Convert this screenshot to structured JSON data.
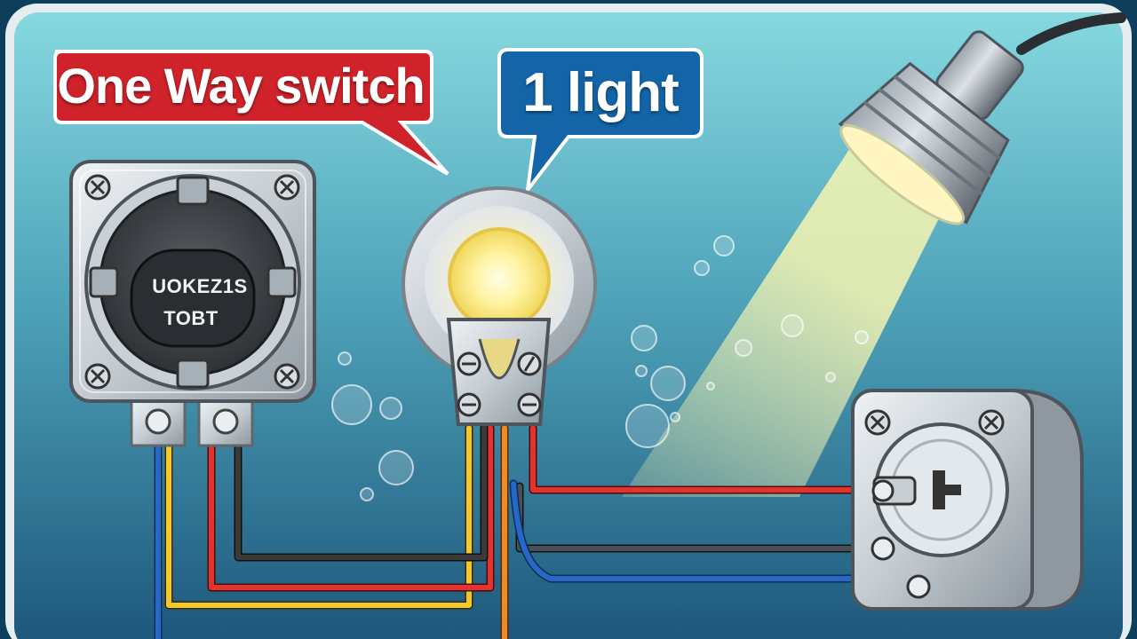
{
  "callouts": {
    "switch": "One Way switch",
    "light": "1 light"
  },
  "switch_face": {
    "line1": "UOKEZ1S",
    "line2": "TOBT"
  },
  "colors": {
    "background_top": "#7fd3dc",
    "background_bottom": "#1f5f86",
    "frame": "#e8eef2",
    "callout_red": "#d0222a",
    "callout_blue": "#1464a8",
    "wire_red": "#e5322d",
    "wire_blue": "#2568c9",
    "wire_yellow": "#f4c82a",
    "wire_black": "#3a3a3a",
    "wire_orange": "#f08a24",
    "lamp_glow": "#fff3a0"
  },
  "icons": {
    "switch": "rotary-switch-icon",
    "bulb": "bulb-holder-icon",
    "spotlight": "spotlight-icon",
    "socket": "socket-icon",
    "screw": "screw-icon"
  }
}
